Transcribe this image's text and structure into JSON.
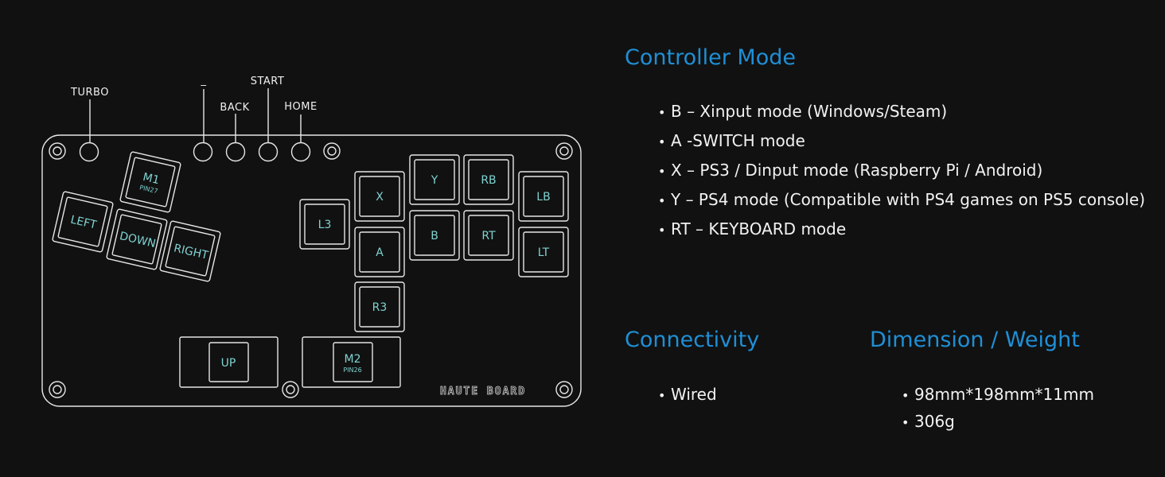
{
  "colors": {
    "background": "#111111",
    "outline": "#e6e6e6",
    "key_text": "#7fd3d0",
    "heading": "#1f8fd6",
    "body_text": "#f2f2f2"
  },
  "callouts": {
    "turbo": "TURBO",
    "minus": "_",
    "back": "BACK",
    "start": "START",
    "home": "HOME"
  },
  "keys": {
    "m1": "M1",
    "m1_sub": "PIN27",
    "left": "LEFT",
    "down": "DOWN",
    "right": "RIGHT",
    "l3": "L3",
    "x": "X",
    "y": "Y",
    "rb": "RB",
    "lb": "LB",
    "a": "A",
    "b": "B",
    "rt": "RT",
    "lt": "LT",
    "r3": "R3",
    "up": "UP",
    "m2": "M2",
    "m2_sub": "PIN26"
  },
  "board_logo": "HAUTE BOARD",
  "controller_mode": {
    "title": "Controller Mode",
    "items": [
      "B – Xinput mode (Windows/Steam)",
      "A -SWITCH mode",
      "X – PS3 / Dinput mode (Raspberry Pi / Android)",
      "Y – PS4 mode (Compatible with PS4 games on PS5 console)",
      "RT – KEYBOARD mode"
    ]
  },
  "connectivity": {
    "title": "Connectivity",
    "items": [
      "Wired"
    ]
  },
  "dimension": {
    "title": "Dimension / Weight",
    "items": [
      "98mm*198mm*11mm",
      "306g"
    ]
  }
}
